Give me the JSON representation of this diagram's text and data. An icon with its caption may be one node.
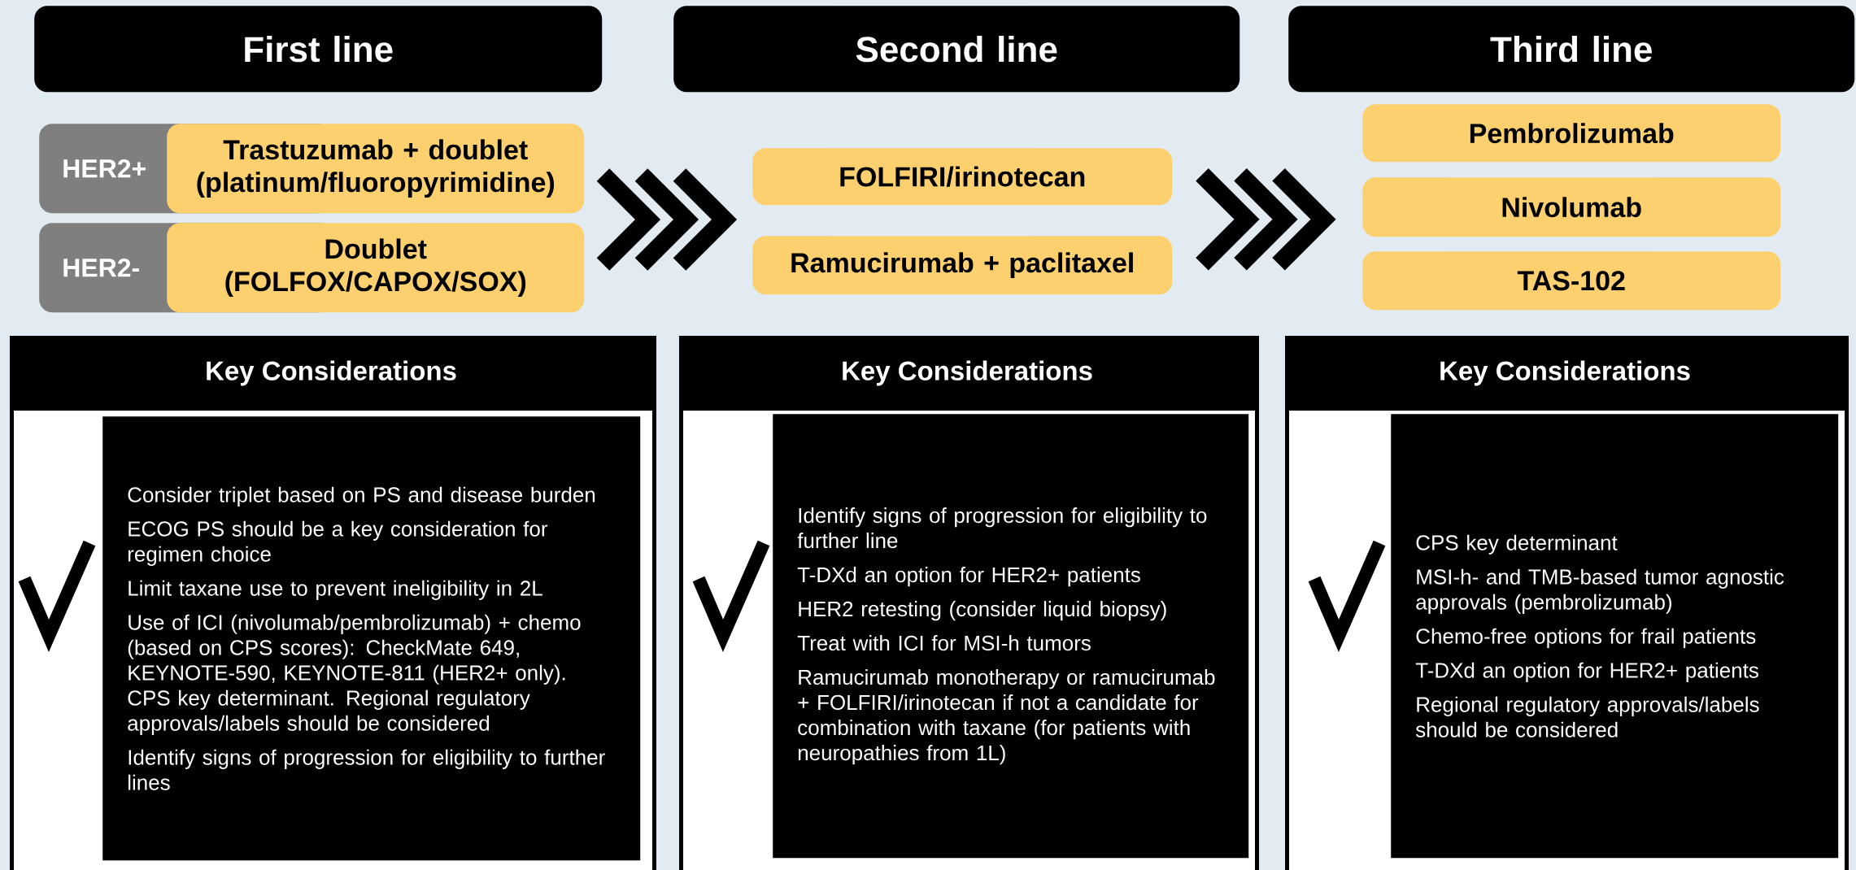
{
  "diagram": {
    "nodes": [
      {
        "text": [
          "First line"
        ]
      },
      {
        "text": [
          "Second line"
        ]
      },
      {
        "text": [
          "Third line"
        ]
      },
      {
        "text": [
          "HER2+"
        ]
      },
      {
        "text": [
          "Trastuzumab + doublet (platinum/fluoropyrimidine)"
        ]
      },
      {
        "text": [
          "HER2-"
        ]
      },
      {
        "text": [
          "Doublet (FOLFOX/CAPOX/SOX)"
        ]
      },
      {
        "text": [
          "FOLFIRI/irinotecan"
        ]
      },
      {
        "text": [
          "Ramucirumab + paclitaxel"
        ]
      },
      {
        "text": [
          "Pembrolizumab"
        ]
      },
      {
        "text": [
          "Nivolumab"
        ]
      },
      {
        "text": [
          "TAS-102"
        ]
      },
      {
        "text": [
          "Key Considerations"
        ]
      },
      {
        "text": [
          "Consider triplet based on PS and disease burden",
          "ECOG PS should be a key consideration for regimen choice",
          "Limit taxane use to prevent ineligibility in 2L",
          "Use of ICI (nivolumab/pembrolizumab) + chemo (based on CPS scores): CheckMate 649, KEYNOTE-590, KEYNOTE-811 (HER2+ only). CPS key determinant. Regional regulatory approvals/labels should be considered",
          "Identify signs of progression for eligibility to further lines"
        ],
        "in": 12
      },
      {
        "text": [
          "Key Considerations"
        ]
      },
      {
        "text": [
          "Identify signs of progression for eligibility to further line",
          "T-DXd an option for HER2+ patients",
          "HER2 retesting (consider liquid biopsy)",
          "Treat with ICI for MSI-h tumors",
          "Ramucirumab monotherapy or ramucirumab + FOLFIRI/irinotecan if not a candidate for combination with taxane (for patients with neuropathies from 1L)"
        ],
        "in": 14
      },
      {
        "text": [
          "Key Considerations"
        ]
      },
      {
        "text": [
          "CPS key determinant",
          "MSI-h- and TMB-based tumor agnostic approvals (pembrolizumab)",
          "Chemo-free options for frail patients",
          "T-DXd an option for HER2+ patients",
          "Regional regulatory approvals/labels should be considered"
        ],
        "in": 16
      }
    ],
    "edges": [
      {
        "from": 4,
        "to": 7,
        "arrow": "to"
      },
      {
        "from": 7,
        "to": 10,
        "arrow": "to"
      }
    ]
  }
}
